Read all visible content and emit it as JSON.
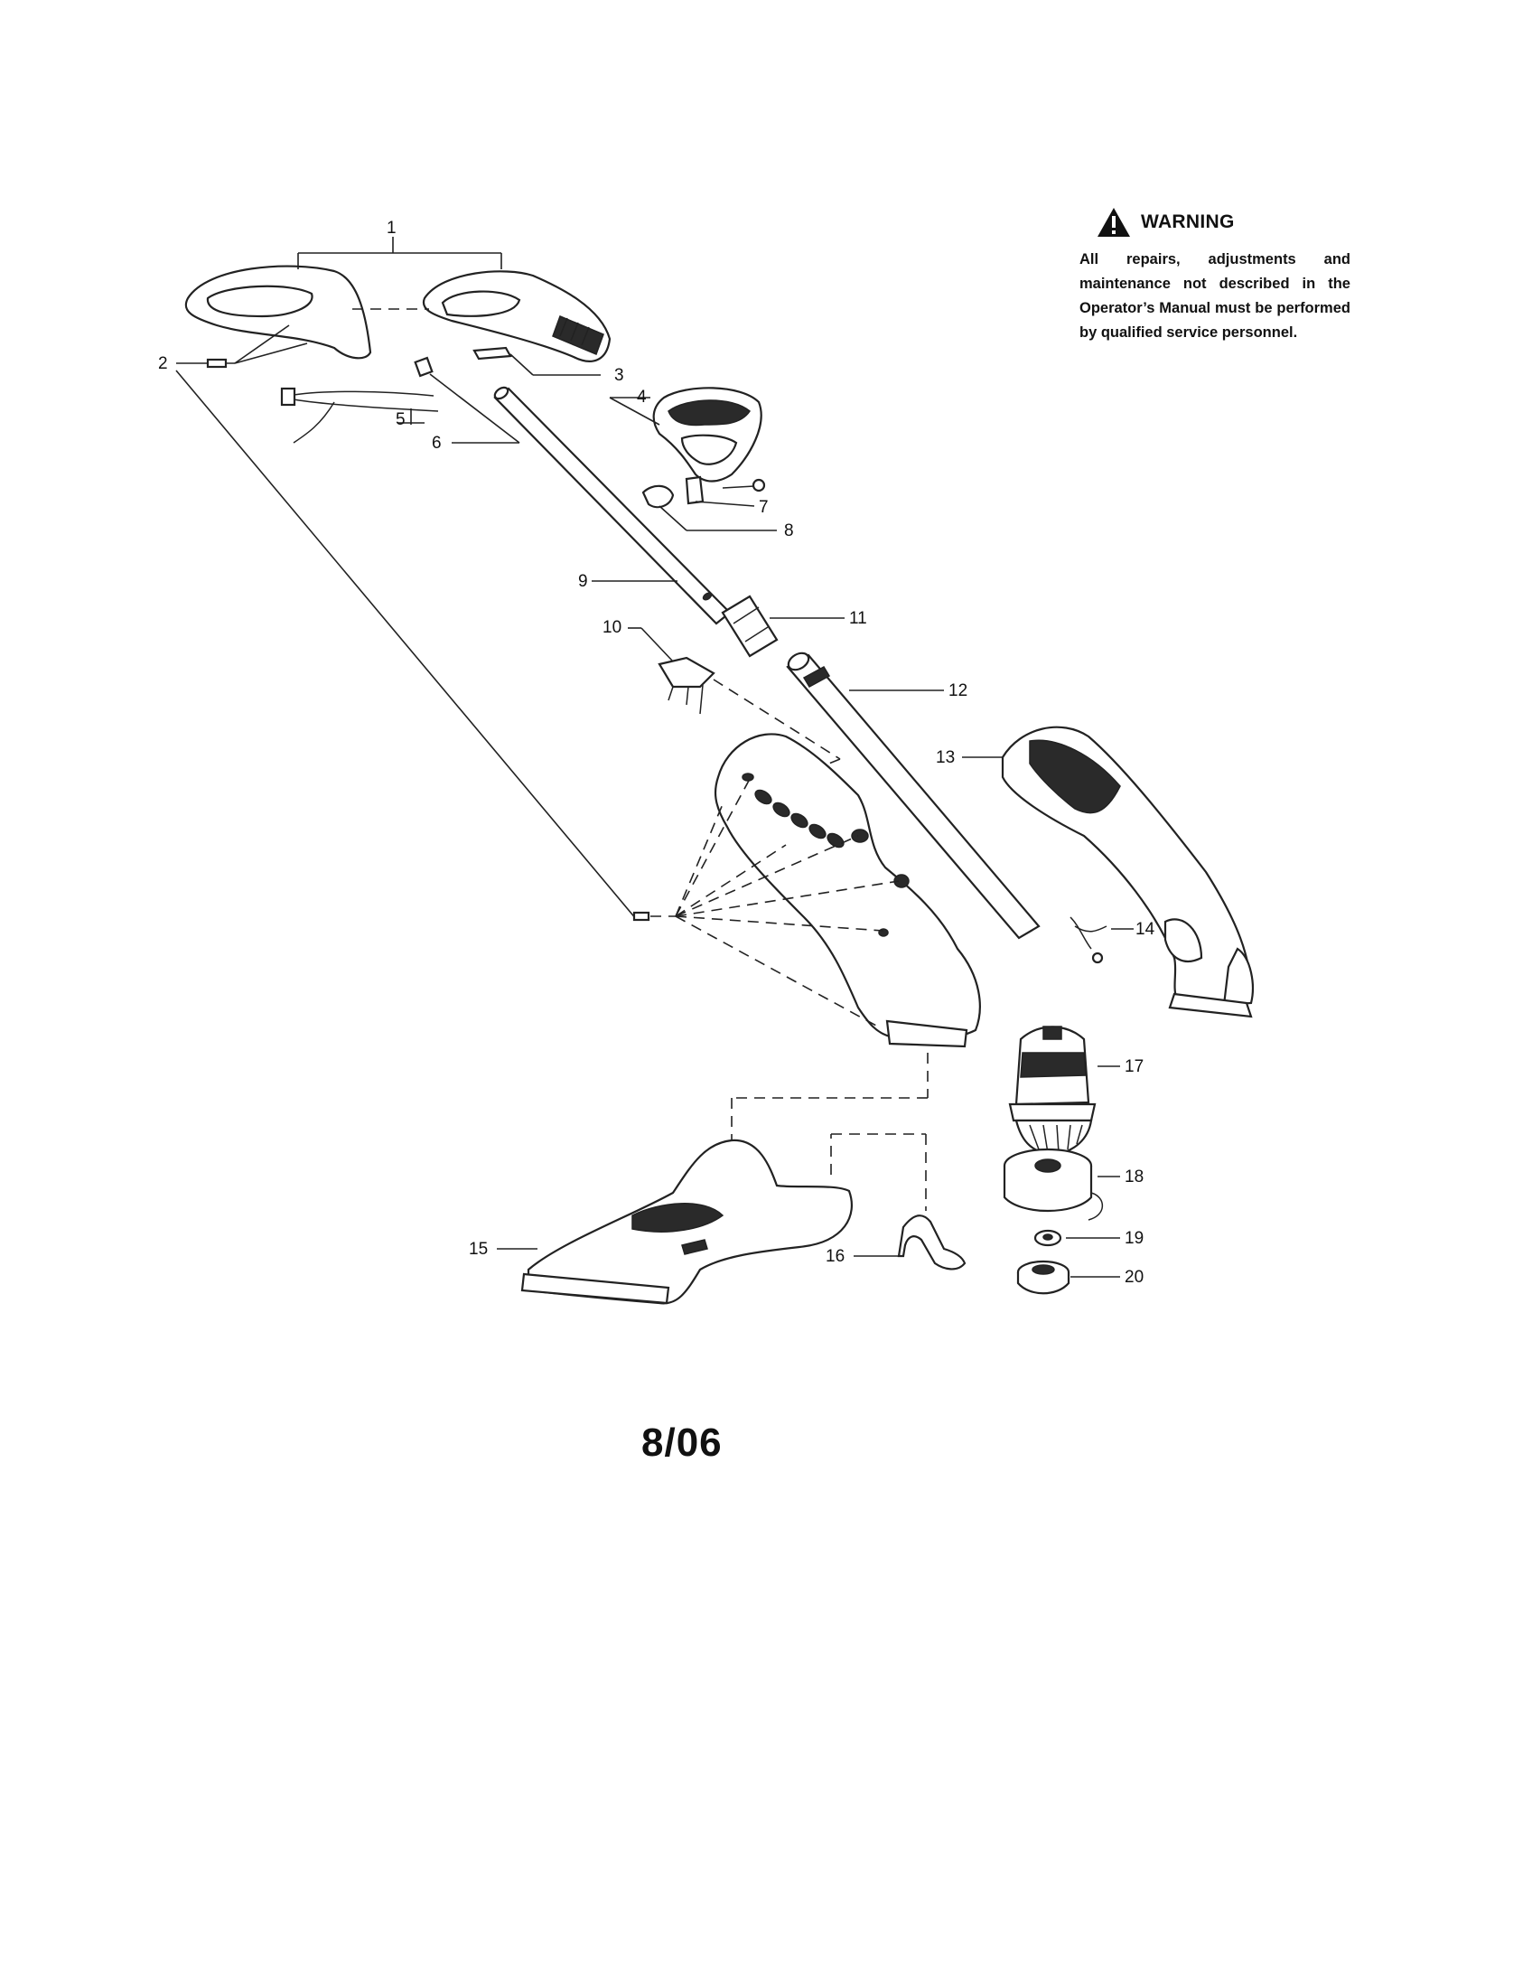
{
  "warning": {
    "icon": "warning-triangle-icon",
    "title": "WARNING",
    "text": "All repairs, adjustments and maintenance not described in the Operator’s Manual must be performed by qualified service personnel."
  },
  "callouts": {
    "c1": "1",
    "c2": "2",
    "c3": "3",
    "c4": "4",
    "c5": "5",
    "c6": "6",
    "c7": "7",
    "c8": "8",
    "c9": "9",
    "c10": "10",
    "c11": "11",
    "c12": "12",
    "c13": "13",
    "c14": "14",
    "c15": "15",
    "c16": "16",
    "c17": "17",
    "c18": "18",
    "c19": "19",
    "c20": "20"
  },
  "footer": {
    "date": "8/06"
  }
}
